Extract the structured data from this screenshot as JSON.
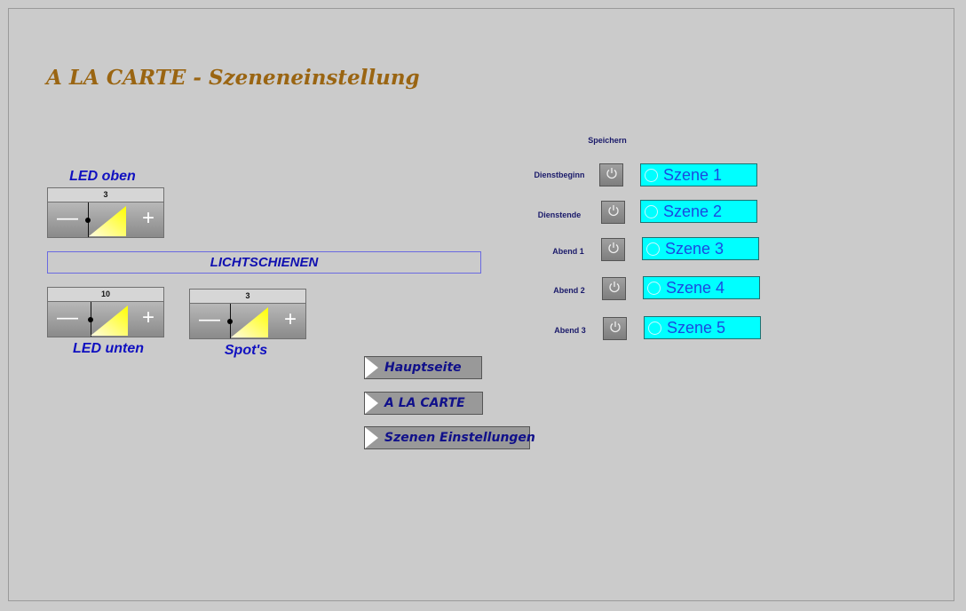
{
  "title": "A LA CARTE - Szeneneinstellung",
  "dimmers": [
    {
      "label": "LED  oben",
      "value": "3"
    },
    {
      "label": "LED  unten",
      "value": "10"
    },
    {
      "label": "Spot's",
      "value": "3"
    }
  ],
  "section_label": "LICHTSCHIENEN",
  "save": {
    "header": "Speichern",
    "rows": [
      {
        "label": "Dienstbeginn",
        "scene": "Szene 1"
      },
      {
        "label": "Dienstende",
        "scene": "Szene 2"
      },
      {
        "label": "Abend 1",
        "scene": "Szene 3"
      },
      {
        "label": "Abend 2",
        "scene": "Szene 4"
      },
      {
        "label": "Abend 3",
        "scene": "Szene 5"
      }
    ]
  },
  "nav": [
    "Hauptseite",
    "A LA CARTE",
    "Szenen Einstellungen"
  ],
  "colors": {
    "title": "#9a6512",
    "scene_bg": "#00ffff",
    "label": "#1010c0"
  }
}
